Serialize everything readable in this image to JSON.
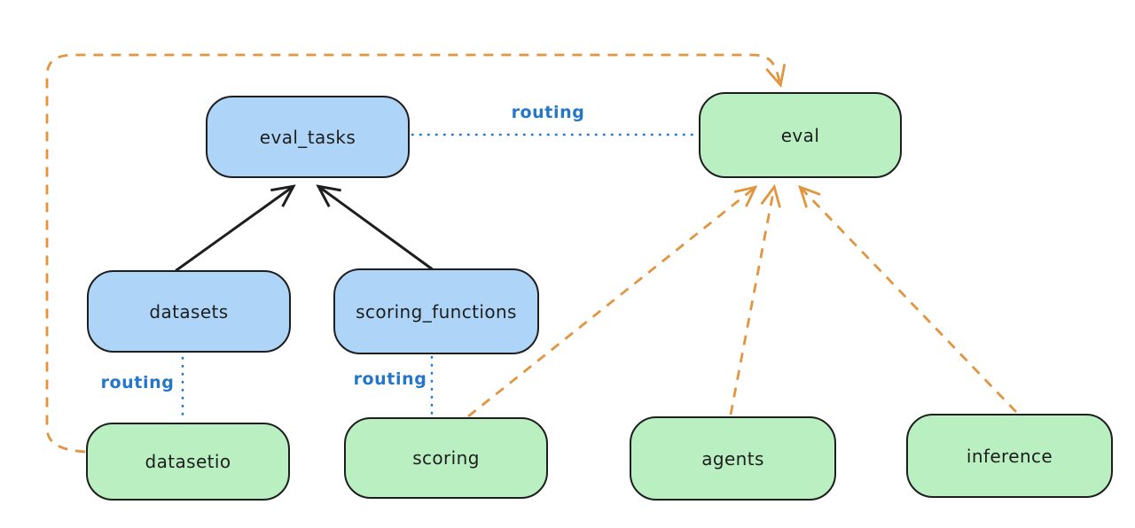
{
  "diagram": {
    "type": "flow-diagram",
    "background": "#ffffff",
    "colors": {
      "background": "#ffffff",
      "node-stroke": "#1e1e1e",
      "node-text": "#1e1e1e",
      "node-blue-fill": "#aed5f7",
      "node-green-fill": "#b9efc1",
      "edge-black": "#1e1e1e",
      "edge-blue": "#2476c9",
      "edge-orange": "#e2953f",
      "label-blue": "#2476c9"
    },
    "nodes": [
      {
        "id": "eval_tasks",
        "label": "eval_tasks",
        "color": "blue"
      },
      {
        "id": "eval",
        "label": "eval",
        "color": "green"
      },
      {
        "id": "datasets",
        "label": "datasets",
        "color": "blue"
      },
      {
        "id": "scoring_functions",
        "label": "scoring_functions",
        "color": "blue"
      },
      {
        "id": "datasetio",
        "label": "datasetio",
        "color": "green"
      },
      {
        "id": "scoring",
        "label": "scoring",
        "color": "green"
      },
      {
        "id": "agents",
        "label": "agents",
        "color": "green"
      },
      {
        "id": "inference",
        "label": "inference",
        "color": "green"
      }
    ],
    "edges": [
      {
        "from": "datasets",
        "to": "eval_tasks",
        "style": "solid",
        "color": "black",
        "arrow": true,
        "label": ""
      },
      {
        "from": "scoring_functions",
        "to": "eval_tasks",
        "style": "solid",
        "color": "black",
        "arrow": true,
        "label": ""
      },
      {
        "from": "eval_tasks",
        "to": "eval",
        "style": "dotted",
        "color": "blue",
        "arrow": false,
        "label": "routing"
      },
      {
        "from": "datasets",
        "to": "datasetio",
        "style": "dotted",
        "color": "blue",
        "arrow": false,
        "label": "routing"
      },
      {
        "from": "scoring_functions",
        "to": "scoring",
        "style": "dotted",
        "color": "blue",
        "arrow": false,
        "label": "routing"
      },
      {
        "from": "datasetio",
        "to": "eval",
        "style": "dashed",
        "color": "orange",
        "arrow": true,
        "label": ""
      },
      {
        "from": "scoring",
        "to": "eval",
        "style": "dashed",
        "color": "orange",
        "arrow": true,
        "label": ""
      },
      {
        "from": "agents",
        "to": "eval",
        "style": "dashed",
        "color": "orange",
        "arrow": true,
        "label": ""
      },
      {
        "from": "inference",
        "to": "eval",
        "style": "dashed",
        "color": "orange",
        "arrow": true,
        "label": ""
      }
    ]
  }
}
